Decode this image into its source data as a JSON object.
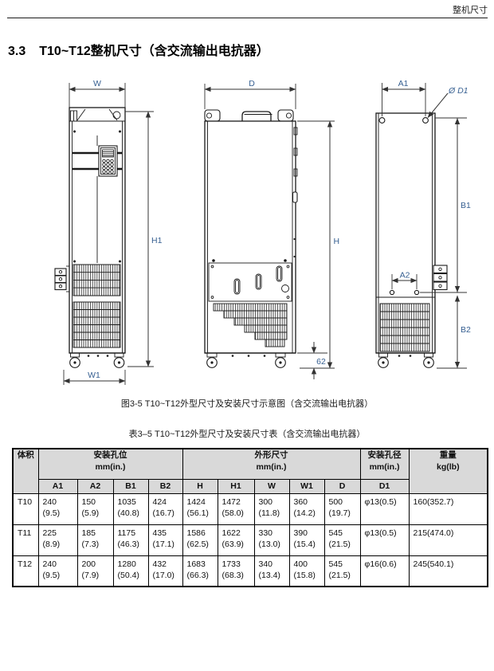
{
  "page": {
    "header": "整机尺寸",
    "section_number": "3.3",
    "section_title": "T10~T12整机尺寸（含交流输出电抗器）",
    "figure_caption": "图3-5 T10~T12外型尺寸及安装尺寸示意图（含交流输出电抗器）",
    "table_caption": "表3–5 T10~T12外型尺寸及安装尺寸表（含交流输出电抗器）"
  },
  "drawing": {
    "dimension_color": "#365f91",
    "line_color": "#1a1a1a",
    "labels": {
      "front_width": "W",
      "front_height": "H1",
      "front_base_width": "W1",
      "side_depth": "D",
      "side_height": "H",
      "side_base_height": "62",
      "rear_a1": "A1",
      "rear_d1": "Ø D1",
      "rear_b1": "B1",
      "rear_a2": "A2",
      "rear_b2": "B2"
    }
  },
  "table": {
    "header": {
      "volume": "体积",
      "mounting": "安装孔位",
      "mounting_unit": "mm(in.)",
      "outline": "外形尺寸",
      "outline_unit": "mm(in.)",
      "hole": "安装孔径",
      "hole_unit": "mm(in.)",
      "weight": "重量",
      "weight_unit": "kg(lb)",
      "sub": [
        "A1",
        "A2",
        "B1",
        "B2",
        "H",
        "H1",
        "W",
        "W1",
        "D",
        "D1"
      ]
    },
    "rows": [
      {
        "model": "T10",
        "cells": [
          {
            "v": "240",
            "i": "(9.5)"
          },
          {
            "v": "150",
            "i": "(5.9)"
          },
          {
            "v": "1035",
            "i": "(40.8)"
          },
          {
            "v": "424",
            "i": "(16.7)"
          },
          {
            "v": "1424",
            "i": "(56.1)"
          },
          {
            "v": "1472",
            "i": "(58.0)"
          },
          {
            "v": "300",
            "i": "(11.8)"
          },
          {
            "v": "360",
            "i": "(14.2)"
          },
          {
            "v": "500",
            "i": "(19.7)"
          }
        ],
        "d1": "φ13(0.5)",
        "weight": "160(352.7)"
      },
      {
        "model": "T11",
        "cells": [
          {
            "v": "225",
            "i": "(8.9)"
          },
          {
            "v": "185",
            "i": "(7.3)"
          },
          {
            "v": "1175",
            "i": "(46.3)"
          },
          {
            "v": "435",
            "i": "(17.1)"
          },
          {
            "v": "1586",
            "i": "(62.5)"
          },
          {
            "v": "1622",
            "i": "(63.9)"
          },
          {
            "v": "330",
            "i": "(13.0)"
          },
          {
            "v": "390",
            "i": "(15.4)"
          },
          {
            "v": "545",
            "i": "(21.5)"
          }
        ],
        "d1": "φ13(0.5)",
        "weight": "215(474.0)"
      },
      {
        "model": "T12",
        "cells": [
          {
            "v": "240",
            "i": "(9.5)"
          },
          {
            "v": "200",
            "i": "(7.9)"
          },
          {
            "v": "1280",
            "i": "(50.4)"
          },
          {
            "v": "432",
            "i": "(17.0)"
          },
          {
            "v": "1683",
            "i": "(66.3)"
          },
          {
            "v": "1733",
            "i": "(68.3)"
          },
          {
            "v": "340",
            "i": "(13.4)"
          },
          {
            "v": "400",
            "i": "(15.8)"
          },
          {
            "v": "545",
            "i": "(21.5)"
          }
        ],
        "d1": "φ16(0.6)",
        "weight": "245(540.1)"
      }
    ]
  }
}
